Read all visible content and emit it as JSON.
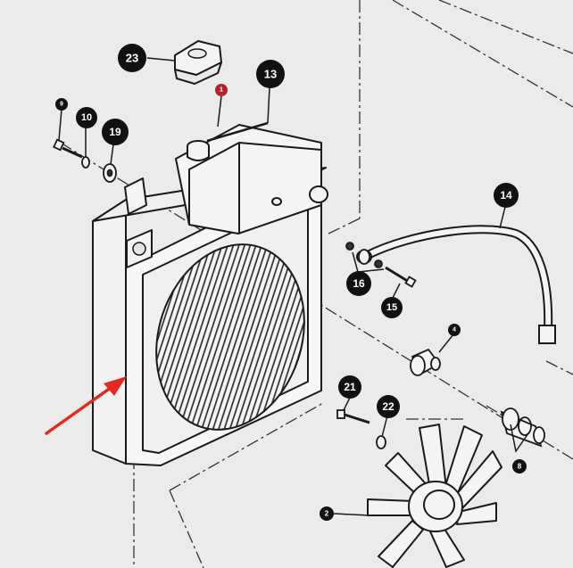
{
  "diagram": {
    "callouts": {
      "c1": "1",
      "c2": "2",
      "c4": "4",
      "c8": "8",
      "c9": "9",
      "c10": "10",
      "c13": "13",
      "c14": "14",
      "c15": "15",
      "c16": "16",
      "c19": "19",
      "c21": "21",
      "c22": "22",
      "c23": "23"
    },
    "colors": {
      "paper": "#e9e9e7",
      "ink": "#1a1a1a",
      "callout_fill": "#111111",
      "callout_red": "#b0232a",
      "arrow_red": "#e02a22"
    }
  }
}
